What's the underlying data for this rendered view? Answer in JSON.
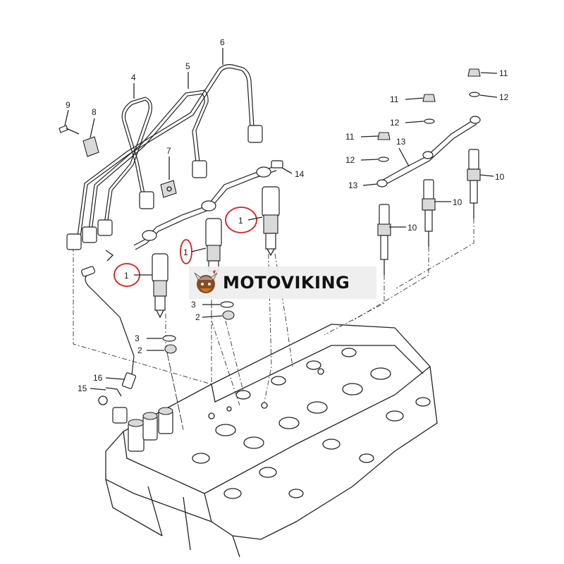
{
  "brand": {
    "name": "MOTOVIKING"
  },
  "callouts": {
    "c1a": "1",
    "c1b": "1",
    "c1c": "1",
    "c2a": "2",
    "c2b": "2",
    "c3a": "3",
    "c3b": "3",
    "c4": "4",
    "c5": "5",
    "c6": "6",
    "c7": "7",
    "c8": "8",
    "c9": "9",
    "c10a": "10",
    "c10b": "10",
    "c10c": "10",
    "c11a": "11",
    "c11b": "11",
    "c11c": "11",
    "c12a": "12",
    "c12b": "12",
    "c12c": "12",
    "c13a": "13",
    "c13b": "13",
    "c14": "14",
    "c15": "15",
    "c16": "16"
  },
  "highlight_color": "#d32020"
}
